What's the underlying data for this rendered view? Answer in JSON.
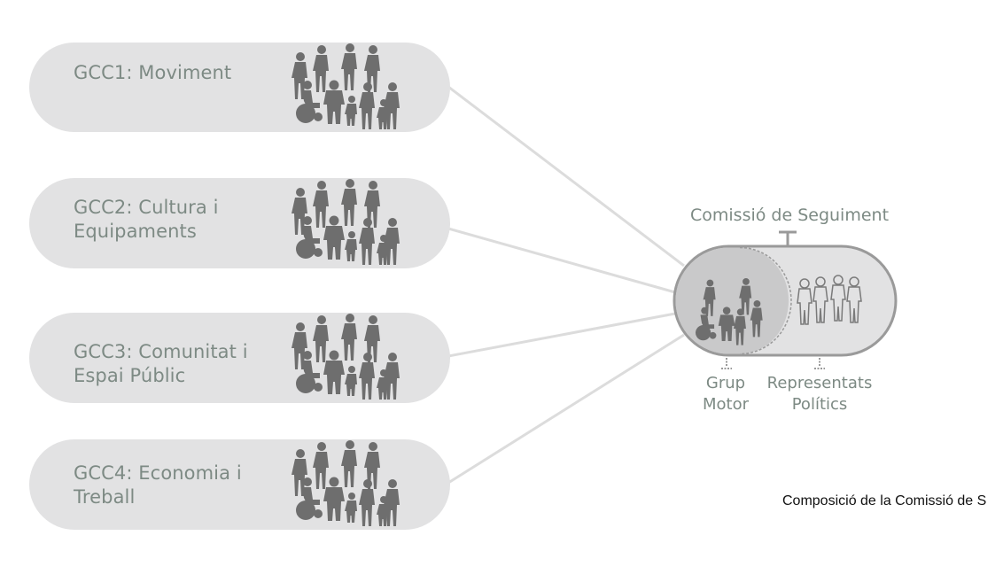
{
  "groups": [
    {
      "label": "GCC1: Moviment"
    },
    {
      "label": "GCC2: Cultura i\nEquipaments"
    },
    {
      "label": "GCC3: Comunitat i\nEspai Públic"
    },
    {
      "label": "GCC4: Economia i\nTreball"
    }
  ],
  "commission": {
    "title": "Comissió de Seguiment",
    "left_part": "Grup\nMotor",
    "right_part": "Representats\nPolítics"
  },
  "caption": "Composició de la Comissió de S",
  "colors": {
    "pill_fill": "#e2e2e3",
    "connector": "#dcdcdc",
    "silhouette": "#6e6e6e",
    "commission_outline": "#9a9a9a",
    "label_text": "#7d8a84"
  }
}
